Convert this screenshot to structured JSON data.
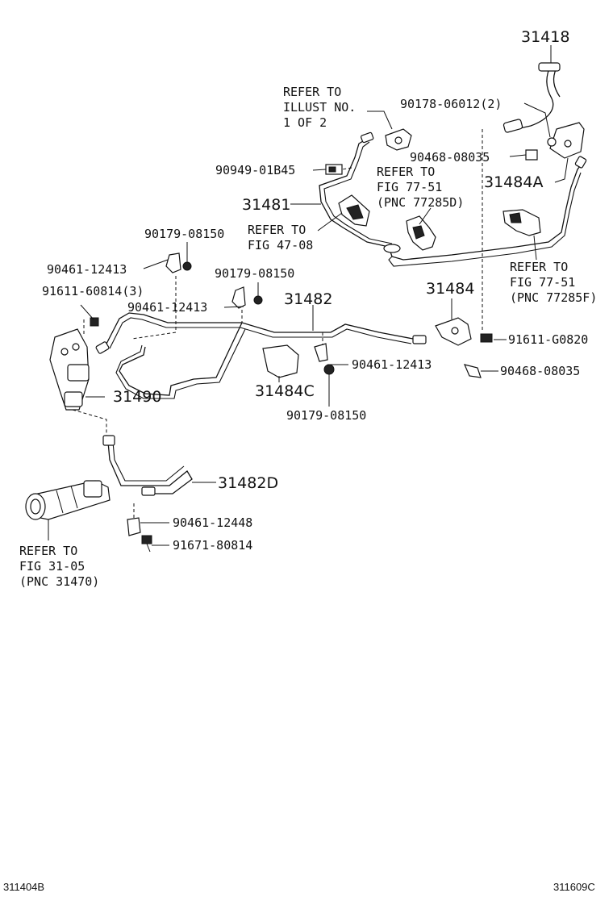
{
  "labels": {
    "p31418": "31418",
    "refer_illust_1": "REFER TO",
    "refer_illust_2": "ILLUST NO.",
    "refer_illust_3": "1 OF 2",
    "p90178": "90178-06012(2)",
    "p90468_top": "90468-08035",
    "p31484A": "31484A",
    "p90949": "90949-01B45",
    "refer_7751d_1": "REFER TO",
    "refer_7751d_2": "FIG 77-51",
    "refer_7751d_3": "(PNC 77285D)",
    "p31481": "31481",
    "refer_4708_1": "REFER TO",
    "refer_4708_2": "FIG 47-08",
    "p90179_a": "90179-08150",
    "p90461_a": "90461-12413",
    "p90179_b": "90179-08150",
    "refer_7751f_1": "REFER TO",
    "refer_7751f_2": "FIG 77-51",
    "refer_7751f_3": "(PNC 77285F)",
    "p91611_608": "91611-60814(3)",
    "p90461_b": "90461-12413",
    "p31482": "31482",
    "p31484": "31484",
    "p91611_g": "91611-G0820",
    "p90461_c": "90461-12413",
    "p90468_right": "90468-08035",
    "p31490": "31490",
    "p31484C": "31484C",
    "p90179_c": "90179-08150",
    "p31482D": "31482D",
    "p90461_d": "90461-12448",
    "p91671": "91671-80814",
    "refer_3105_1": "REFER TO",
    "refer_3105_2": "FIG 31-05",
    "refer_3105_3": "(PNC 31470)"
  },
  "footer": {
    "left_code": "311404B",
    "right_code": "311609C"
  }
}
